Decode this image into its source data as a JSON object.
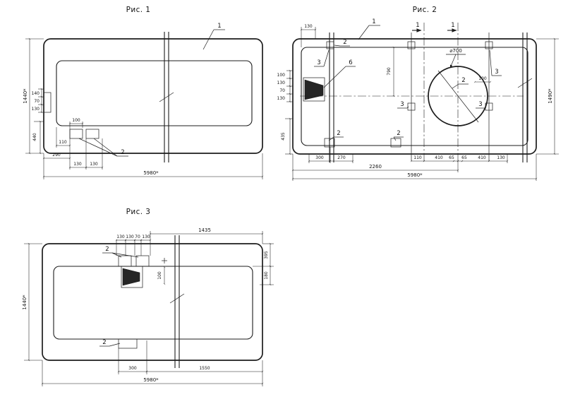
{
  "sheet": {
    "background": "#ffffff",
    "ink": "#1c1c1c"
  },
  "fig1": {
    "title": "Рис. 1",
    "callout_panel": "1",
    "callout_anchors": "2",
    "dim_height_overall": "1440*",
    "dim_440": "440",
    "edge_stack": [
      "140",
      "70",
      "130"
    ],
    "dim_110": "110",
    "dim_100": "100",
    "dim_290": "290",
    "dim_130_a": "130",
    "dim_130_b": "130",
    "dim_length_overall": "5980*"
  },
  "fig2": {
    "title": "Рис. 2",
    "section_mark_left": "1",
    "section_mark_right": "1",
    "callout_panel": "1",
    "callout_anchor_top": "2",
    "callout_anchor_bottom_a": "2",
    "callout_anchor_bottom_b": "2",
    "callout_loop": "2",
    "callout_plate_a": "3",
    "callout_plate_b": "3",
    "callout_plate_c": "3",
    "callout_plate_d": "3",
    "callout_recess": "6",
    "hole_diameter": "⌀700",
    "dim_130_top": "130",
    "dim_790": "790",
    "dim_100": "100",
    "dim_height_overall": "1490*",
    "edge_stack": [
      "100",
      "130",
      "70",
      "130"
    ],
    "dim_435": "435",
    "dim_300": "300",
    "dim_270": "270",
    "dim_2260": "2260",
    "dim_110": "110",
    "dim_410_a": "410",
    "dim_65_a": "65",
    "dim_65_b": "65",
    "dim_410_b": "410",
    "dim_130_b": "130",
    "dim_length_overall": "5980*"
  },
  "fig3": {
    "title": "Рис. 3",
    "callout_anchor_top": "2",
    "callout_anchor_bottom": "2",
    "top_stack": [
      "130",
      "130",
      "70",
      "130"
    ],
    "dim_1435": "1435",
    "dim_395": "395",
    "dim_180": "180",
    "dim_100": "100",
    "dim_height_overall": "1440*",
    "dim_300": "300",
    "dim_1550": "1550",
    "dim_length_overall": "5980*"
  }
}
